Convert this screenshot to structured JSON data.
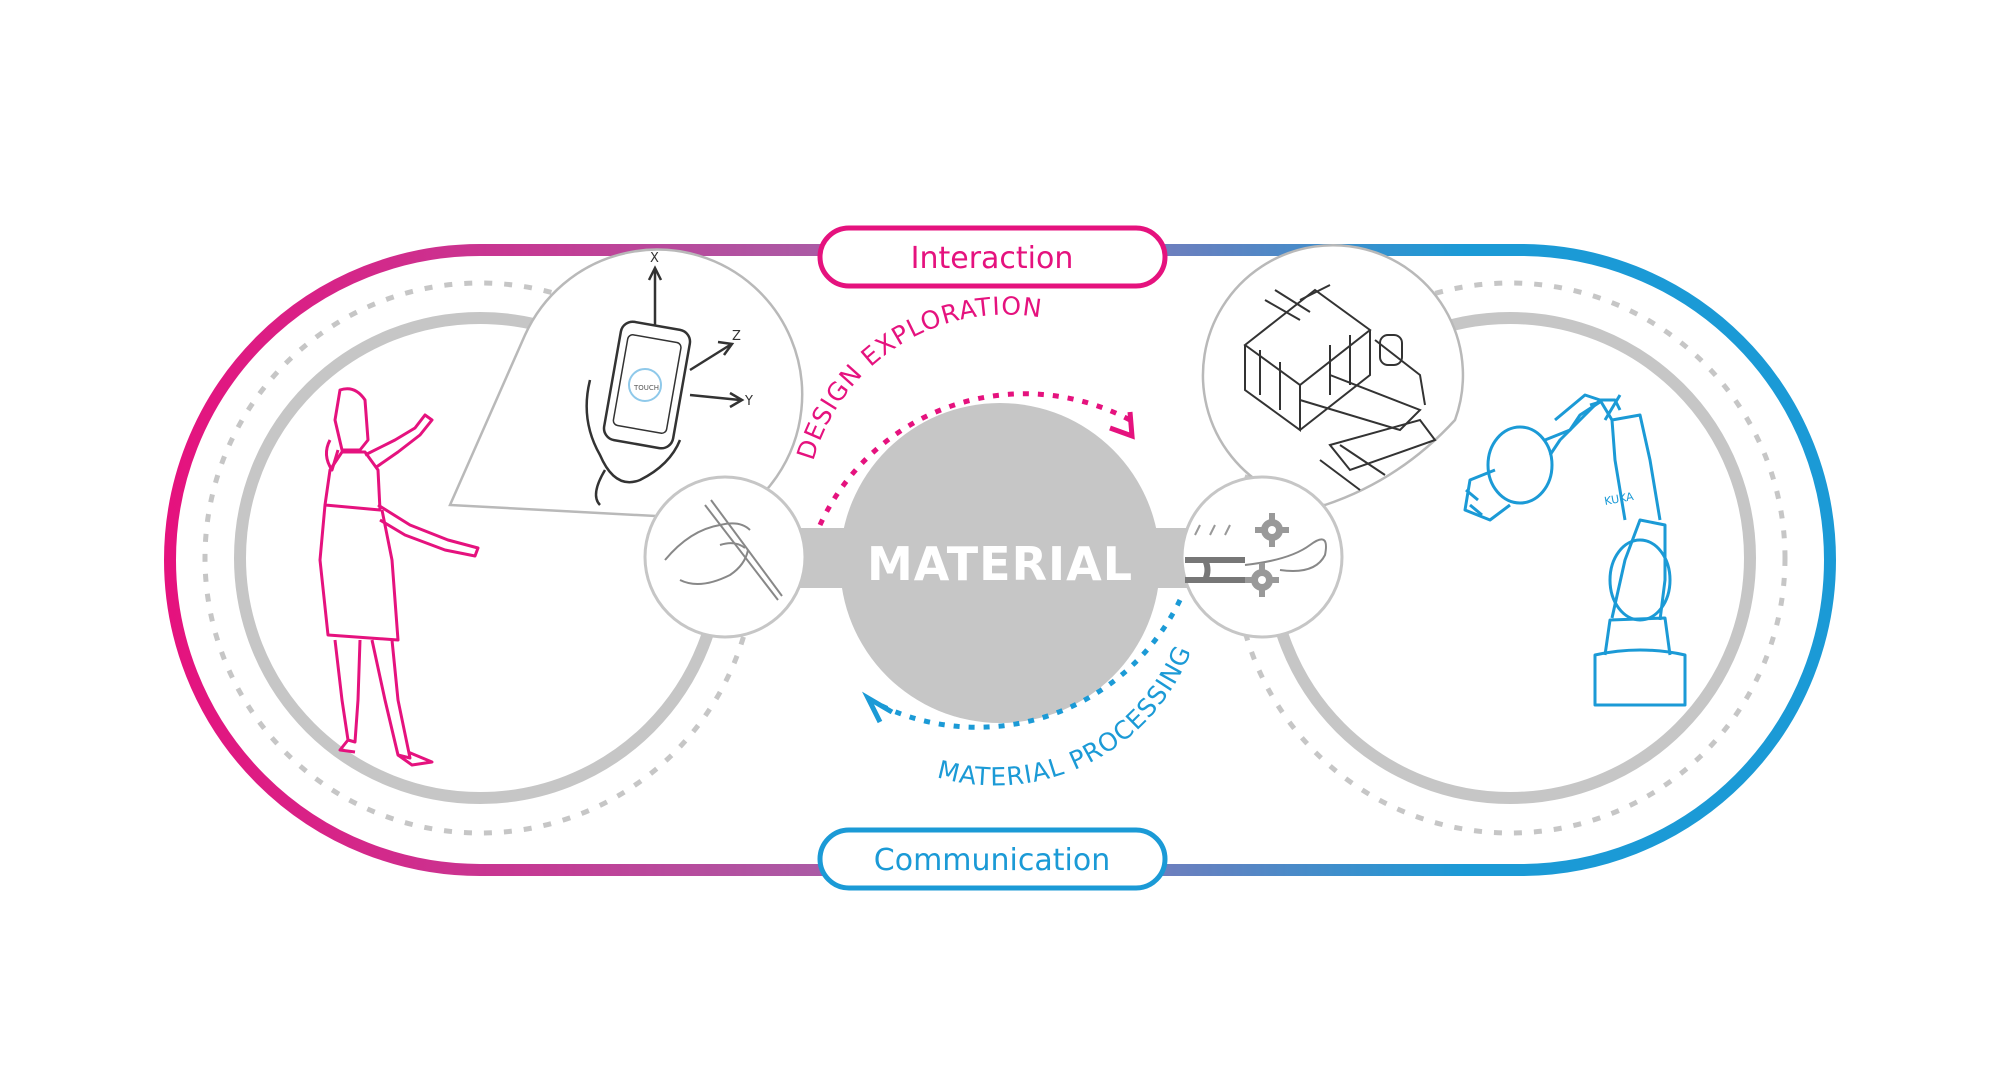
{
  "labels": {
    "top": "Interaction",
    "bottom": "Communication",
    "center": "MATERIAL",
    "arc_top": "DESIGN EXPLORATION",
    "arc_bottom": "MATERIAL PROCESSING"
  },
  "phone_axes": {
    "x": "X",
    "y": "Y",
    "z": "Z"
  },
  "phone_screen_text": "TOUCH",
  "robot_brand": "KUKA",
  "colors": {
    "magenta": "#e5127e",
    "blue": "#1b9ad6",
    "grey": "#c6c6c6",
    "dark_line": "#555555"
  },
  "icons": {
    "left_figure": "person-gesturing-icon",
    "phone": "handheld-phone-icon",
    "sketch": "hand-drawing-pen-icon",
    "machine": "fabrication-machine-icon",
    "process": "gears-processing-icon",
    "robot": "robot-arm-icon"
  }
}
